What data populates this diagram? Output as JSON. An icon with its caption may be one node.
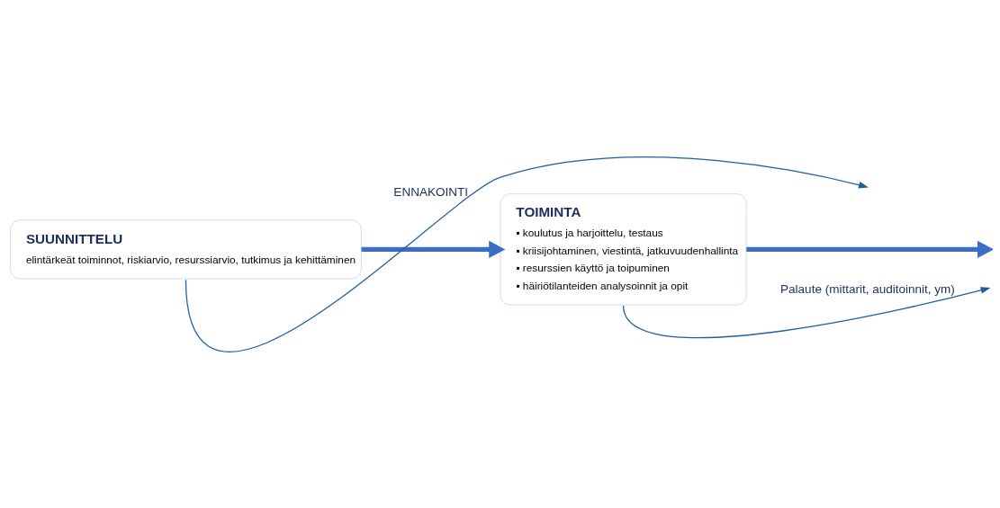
{
  "diagram": {
    "nodes": [
      {
        "text": [
          "SUUNNITTELU",
          "elintärkeät toiminnot, riskiarvio, resurssiarvio, tutkimus ja kehittäminen"
        ]
      },
      {
        "text": [
          "TOIMINTA",
          "▪ koulutus ja harjoittelu, testaus",
          "▪ kriisijohtaminen, viestintä, jatkuvuudenhallinta",
          "▪ resurssien käyttö ja toipuminen",
          "▪ häiriötilanteiden analysoinnit ja opit"
        ]
      }
    ],
    "edges": [
      {
        "from": 0,
        "to": null,
        "arrow": "to",
        "label": "ENNAKOINTI"
      },
      {
        "from": 0,
        "to": 1,
        "arrow": "to",
        "style": "thick",
        "color": "#3a6fc4"
      },
      {
        "from": 1,
        "to": null,
        "arrow": "to",
        "label": "Palaute (mittarit, auditoinnit, ym)"
      },
      {
        "from": 1,
        "to": null,
        "arrow": "to",
        "style": "thick",
        "color": "#3a6fc4"
      }
    ]
  }
}
